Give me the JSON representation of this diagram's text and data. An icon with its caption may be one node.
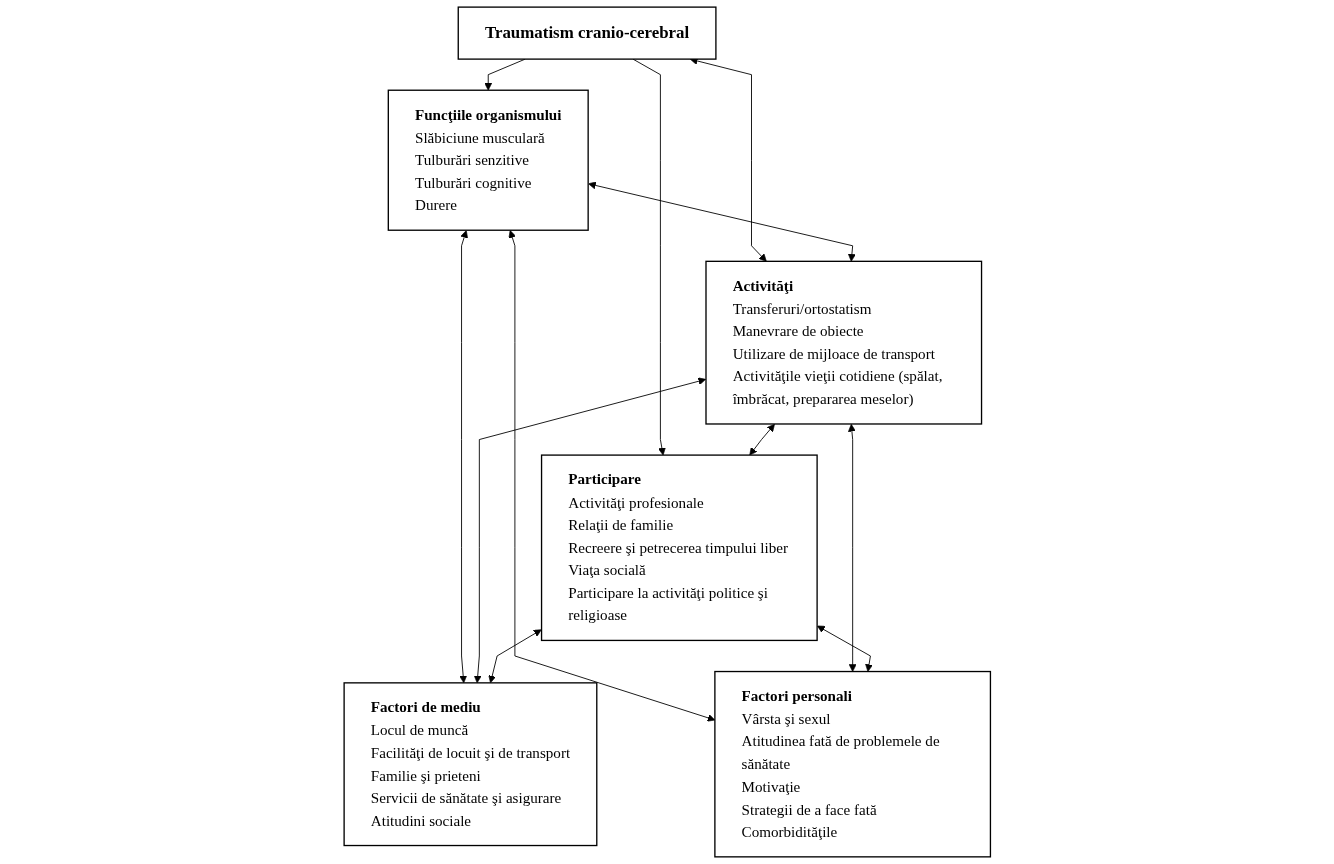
{
  "diagram": {
    "nodes": [
      {
        "text": [
          "Traumatism cranio-cerebral"
        ]
      },
      {
        "text": [
          "Funcţiile organismului",
          "Slăbiciune musculară",
          "Tulburări senzitive",
          "Tulburări cognitive",
          "Durere"
        ]
      },
      {
        "text": [
          "Activităţi",
          "Transferuri/ortostatism",
          "Manevrare de obiecte",
          "Utilizare de mijloace de transport",
          "Activităţile vieţii cotidiene (spălat, îmbrăcat, prepararea meselor)"
        ]
      },
      {
        "text": [
          "Participare",
          "Activităţi profesionale",
          "Relaţii de familie",
          "Recreere şi petrecerea timpului liber",
          "Viaţa socială",
          "Participare la activităţi politice şi religioase"
        ]
      },
      {
        "text": [
          "Factori de mediu",
          "Locul de muncă",
          "Facilităţi de locuit şi de transport",
          "Familie şi prieteni",
          "Servicii de sănătate şi asigurare",
          "Atitudini sociale"
        ]
      },
      {
        "text": [
          "Factori personali",
          "Vârsta şi sexul",
          "Atitudinea fată de problemele de sănătate",
          "Motivaţie",
          "Strategii de a face fată",
          "Comorbidităţile"
        ]
      }
    ],
    "edges": [
      {
        "from": 0,
        "to": 2,
        "arrow": "both"
      },
      {
        "from": 0,
        "to": 1,
        "arrow": "to"
      },
      {
        "from": 0,
        "to": 3,
        "arrow": "to"
      },
      {
        "from": 1,
        "to": 2,
        "arrow": "both"
      },
      {
        "from": 2,
        "to": 3,
        "arrow": "both"
      },
      {
        "from": 1,
        "to": 4,
        "arrow": "both"
      },
      {
        "from": 2,
        "to": 4,
        "arrow": "both"
      },
      {
        "from": 3,
        "to": 4,
        "arrow": "both"
      },
      {
        "from": 1,
        "to": 5,
        "arrow": "both"
      },
      {
        "from": 2,
        "to": 5,
        "arrow": "both"
      },
      {
        "from": 3,
        "to": 5,
        "arrow": "both"
      }
    ]
  }
}
